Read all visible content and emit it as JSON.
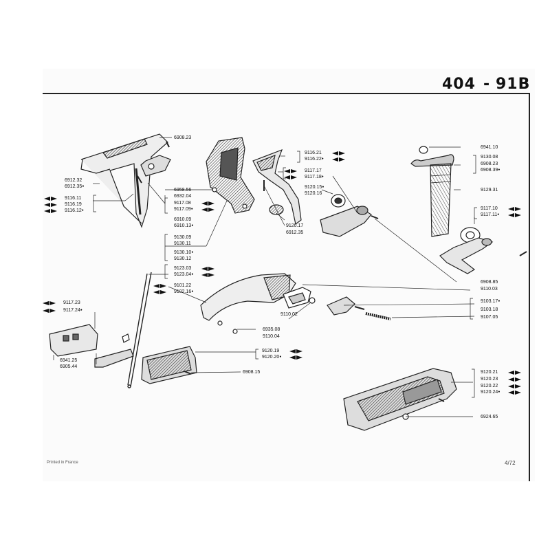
{
  "header": {
    "model": "404",
    "separator": "-",
    "section": "91B"
  },
  "footer": {
    "printed": "Printed in France",
    "page": "4/72"
  },
  "labels": [
    {
      "id": "l01",
      "text": "6908.23",
      "ref": "6908.23",
      "mark": "",
      "arrow": "none"
    },
    {
      "id": "l02",
      "text": "6912.32",
      "ref": "6912.32",
      "mark": "",
      "arrow": "none"
    },
    {
      "id": "l03",
      "text": "6912.35",
      "ref": "6912.35",
      "mark": "●",
      "arrow": "none"
    },
    {
      "id": "l04",
      "text": "9116.11",
      "ref": "9116.11",
      "mark": "",
      "arrow": "left"
    },
    {
      "id": "l05",
      "text": "9116.19",
      "ref": "9116.19",
      "mark": "",
      "arrow": "left"
    },
    {
      "id": "l06",
      "text": "9116.12",
      "ref": "9116.12",
      "mark": "●",
      "arrow": "left"
    },
    {
      "id": "l07",
      "text": "6958.56",
      "ref": "6958.56",
      "mark": "",
      "arrow": "none"
    },
    {
      "id": "l08",
      "text": "6932.04",
      "ref": "6932.04",
      "mark": "",
      "arrow": "none"
    },
    {
      "id": "l09",
      "text": "9117.08",
      "ref": "9117.08",
      "mark": "",
      "arrow": "right"
    },
    {
      "id": "l10",
      "text": "9117.09",
      "ref": "9117.09",
      "mark": "●",
      "arrow": "right"
    },
    {
      "id": "l11",
      "text": "6910.09",
      "ref": "6910.09",
      "mark": "",
      "arrow": "none"
    },
    {
      "id": "l12",
      "text": "6910.13",
      "ref": "6910.13",
      "mark": "●",
      "arrow": "none"
    },
    {
      "id": "l13",
      "text": "9130.09",
      "ref": "9130.09",
      "mark": "",
      "arrow": "none"
    },
    {
      "id": "l14",
      "text": "9130.11",
      "ref": "9130.11",
      "mark": "",
      "arrow": "none"
    },
    {
      "id": "l15",
      "text": "9130.10",
      "ref": "9130.10",
      "mark": "●",
      "arrow": "none"
    },
    {
      "id": "l16",
      "text": "9130.12",
      "ref": "9130.12",
      "mark": "",
      "arrow": "none"
    },
    {
      "id": "l17",
      "text": "9116.21",
      "ref": "9116.21",
      "mark": "",
      "arrow": "right"
    },
    {
      "id": "l18",
      "text": "9116.22",
      "ref": "9116.22",
      "mark": "●",
      "arrow": "right"
    },
    {
      "id": "l19",
      "text": "9117.17",
      "ref": "9117.17",
      "mark": "",
      "arrow": "left"
    },
    {
      "id": "l20",
      "text": "9117.18",
      "ref": "9117.18",
      "mark": "●",
      "arrow": "left"
    },
    {
      "id": "l21",
      "text": "9120.15",
      "ref": "9120.15",
      "mark": "●",
      "arrow": "none"
    },
    {
      "id": "l22",
      "text": "9120.16",
      "ref": "9120.16",
      "mark": "",
      "arrow": "none"
    },
    {
      "id": "l23",
      "text": "9120.17",
      "ref": "9120.17",
      "mark": "",
      "arrow": "none"
    },
    {
      "id": "l24",
      "text": "6912.35",
      "ref": "6912.35",
      "mark": "",
      "arrow": "none"
    },
    {
      "id": "l25",
      "text": "6941.10",
      "ref": "6941.10",
      "mark": "",
      "arrow": "none"
    },
    {
      "id": "l26",
      "text": "9130.08",
      "ref": "9130.08",
      "mark": "",
      "arrow": "none"
    },
    {
      "id": "l27",
      "text": "6908.23",
      "ref": "6908.23",
      "mark": "",
      "arrow": "none"
    },
    {
      "id": "l28",
      "text": "6908.39",
      "ref": "6908.39",
      "mark": "●",
      "arrow": "none"
    },
    {
      "id": "l29",
      "text": "9129.31",
      "ref": "9129.31",
      "mark": "",
      "arrow": "none"
    },
    {
      "id": "l30",
      "text": "9117.10",
      "ref": "9117.10",
      "mark": "",
      "arrow": "right"
    },
    {
      "id": "l31",
      "text": "9117.11",
      "ref": "9117.11",
      "mark": "●",
      "arrow": "right"
    },
    {
      "id": "l32",
      "text": "9123.03",
      "ref": "9123.03",
      "mark": "",
      "arrow": "right"
    },
    {
      "id": "l33",
      "text": "9123.04",
      "ref": "9123.04",
      "mark": "●",
      "arrow": "right"
    },
    {
      "id": "l34",
      "text": "9101.22",
      "ref": "9101.22",
      "mark": "",
      "arrow": "left"
    },
    {
      "id": "l35",
      "text": "9102.16",
      "ref": "9102.16",
      "mark": "●",
      "arrow": "left"
    },
    {
      "id": "l36",
      "text": "6908.85",
      "ref": "6908.85",
      "mark": "",
      "arrow": "none"
    },
    {
      "id": "l37",
      "text": "9110.03",
      "ref": "9110.03",
      "mark": "",
      "arrow": "none"
    },
    {
      "id": "l38",
      "text": "9110.02",
      "ref": "9110.02",
      "mark": "",
      "arrow": "none"
    },
    {
      "id": "l39",
      "text": "9103.17",
      "ref": "9103.17",
      "mark": "●",
      "arrow": "none"
    },
    {
      "id": "l40",
      "text": "9103.18",
      "ref": "9103.18",
      "mark": "",
      "arrow": "none"
    },
    {
      "id": "l41",
      "text": "9107.05",
      "ref": "9107.05",
      "mark": "",
      "arrow": "none"
    },
    {
      "id": "l42",
      "text": "9117.23",
      "ref": "9117.23",
      "mark": "",
      "arrow": "left"
    },
    {
      "id": "l43",
      "text": "9117.24",
      "ref": "9117.24",
      "mark": "●",
      "arrow": "left"
    },
    {
      "id": "l44",
      "text": "6935.08",
      "ref": "6935.08",
      "mark": "",
      "arrow": "none"
    },
    {
      "id": "l45",
      "text": "9110.04",
      "ref": "9110.04",
      "mark": "",
      "arrow": "none"
    },
    {
      "id": "l46",
      "text": "6941.25",
      "ref": "6941.25",
      "mark": "",
      "arrow": "none"
    },
    {
      "id": "l47",
      "text": "6905.44",
      "ref": "6905.44",
      "mark": "",
      "arrow": "none"
    },
    {
      "id": "l48",
      "text": "9120.19",
      "ref": "9120.19",
      "mark": "",
      "arrow": "right"
    },
    {
      "id": "l49",
      "text": "9120.20",
      "ref": "9120.20",
      "mark": "●",
      "arrow": "right"
    },
    {
      "id": "l50",
      "text": "6908.15",
      "ref": "6908.15",
      "mark": "",
      "arrow": "none"
    },
    {
      "id": "l51",
      "text": "9120.21",
      "ref": "9120.21",
      "mark": "",
      "arrow": "right"
    },
    {
      "id": "l52",
      "text": "9120.23",
      "ref": "9120.23",
      "mark": "",
      "arrow": "right"
    },
    {
      "id": "l53",
      "text": "9120.22",
      "ref": "9120.22",
      "mark": "",
      "arrow": "right"
    },
    {
      "id": "l54",
      "text": "9120.24",
      "ref": "9120.24",
      "mark": "●",
      "arrow": "right"
    },
    {
      "id": "l55",
      "text": "6924.65",
      "ref": "6924.65",
      "mark": "",
      "arrow": "none"
    }
  ]
}
